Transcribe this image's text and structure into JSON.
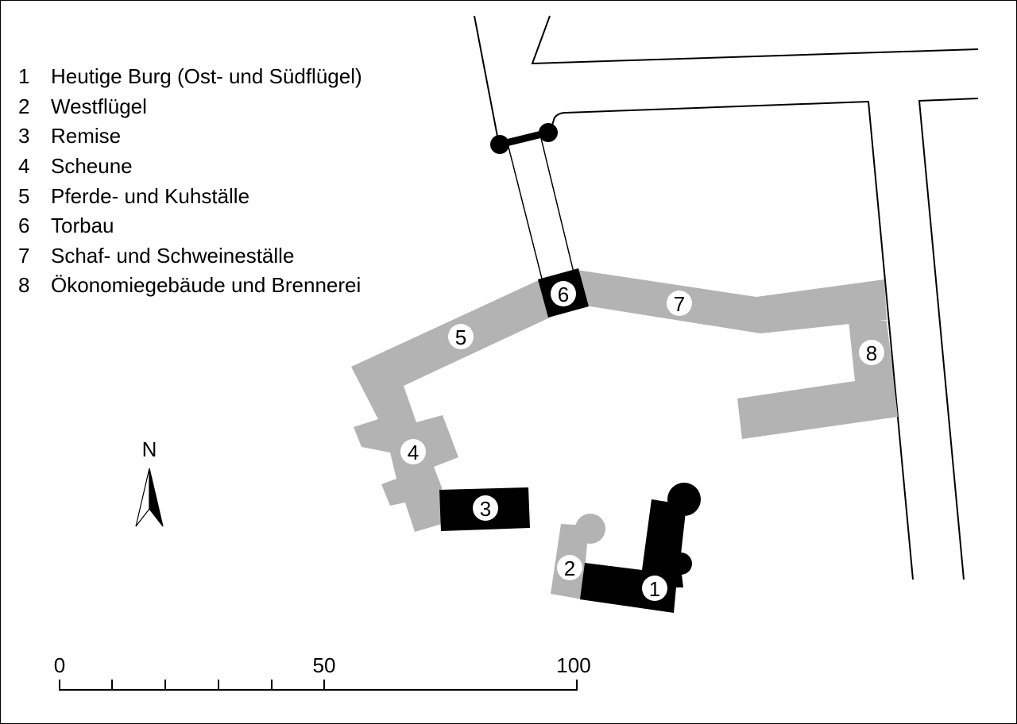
{
  "legend": [
    {
      "num": "1",
      "text": "Heutige Burg (Ost- und Südflügel)"
    },
    {
      "num": "2",
      "text": "Westflügel"
    },
    {
      "num": "3",
      "text": "Remise"
    },
    {
      "num": "4",
      "text": "Scheune"
    },
    {
      "num": "5",
      "text": "Pferde- und Kuhställe"
    },
    {
      "num": "6",
      "text": "Torbau"
    },
    {
      "num": "7",
      "text": "Schaf- und Schweineställe"
    },
    {
      "num": "8",
      "text": "Ökonomiegebäude und Brennerei"
    }
  ],
  "buildings": {
    "b1": "1",
    "b2": "2",
    "b3": "3",
    "b4": "4",
    "b5": "5",
    "b6": "6",
    "b7": "7",
    "b8": "8"
  },
  "north": "N",
  "scale": {
    "zero": "0",
    "mid": "50",
    "end": "100"
  },
  "colors": {
    "existing_building": "#000000",
    "former_building": "#b3b3b3",
    "label_circle": "#ffffff"
  }
}
